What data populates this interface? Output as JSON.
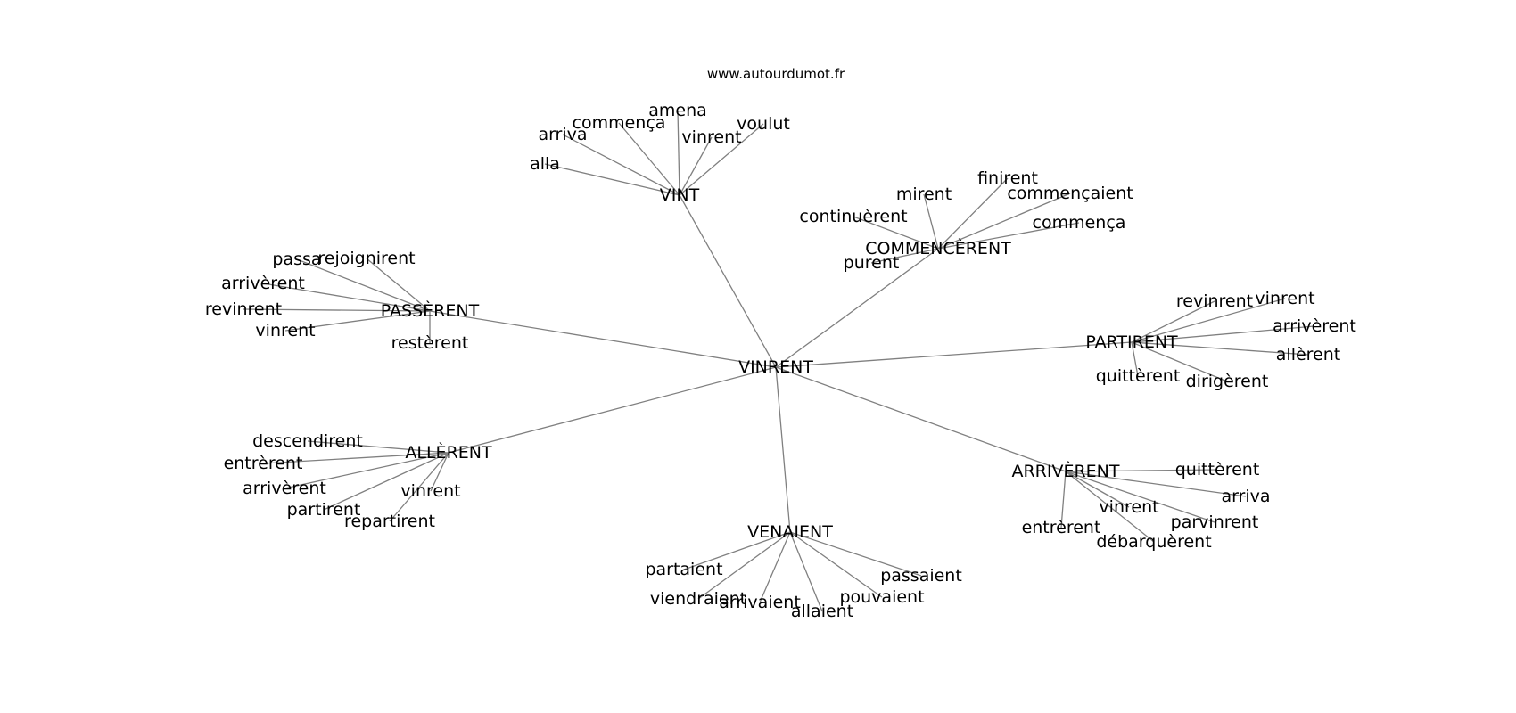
{
  "source": "www.autourdumot.fr",
  "colors": {
    "edge": "#808080",
    "text": "#000000",
    "background": "#ffffff"
  },
  "graph": {
    "center": "VINRENT",
    "clusters": [
      {
        "hub": "VINT",
        "leaves": [
          "alla",
          "arriva",
          "commença",
          "amena",
          "vinrent",
          "voulut"
        ]
      },
      {
        "hub": "COMMENCÈRENT",
        "leaves": [
          "continuèrent",
          "mirent",
          "finirent",
          "commençaient",
          "commença",
          "purent"
        ]
      },
      {
        "hub": "PASSÈRENT",
        "leaves": [
          "passa",
          "rejoignirent",
          "arrivèrent",
          "revinrent",
          "vinrent",
          "restèrent"
        ]
      },
      {
        "hub": "PARTIRENT",
        "leaves": [
          "revinrent",
          "vinrent",
          "arrivèrent",
          "allèrent",
          "quittèrent",
          "dirigèrent"
        ]
      },
      {
        "hub": "ALLÈRENT",
        "leaves": [
          "descendirent",
          "entrèrent",
          "arrivèrent",
          "partirent",
          "vinrent",
          "repartirent"
        ]
      },
      {
        "hub": "VENAIENT",
        "leaves": [
          "partaient",
          "viendraient",
          "arrivaient",
          "allaient",
          "pouvaient",
          "passaient"
        ]
      },
      {
        "hub": "ARRIVÈRENT",
        "leaves": [
          "quittèrent",
          "arriva",
          "vinrent",
          "parvinrent",
          "entrèrent",
          "débarquèrent"
        ]
      }
    ]
  }
}
